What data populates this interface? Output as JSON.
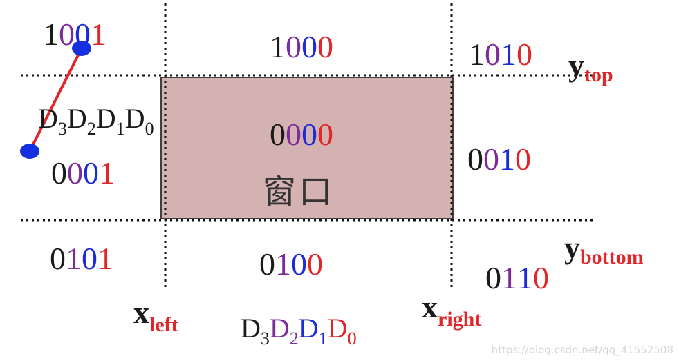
{
  "colors": {
    "d3": "#1a1a1a",
    "d2": "#7b2c99",
    "d1": "#1c2bd6",
    "d0": "#e1262a",
    "window_fill": "#d4b2b1",
    "line_segment": "#e1262a",
    "endpoint": "#1430e0"
  },
  "region_codes": {
    "top_left": [
      "1",
      "0",
      "0",
      "1"
    ],
    "top_middle": [
      "1",
      "0",
      "0",
      "0"
    ],
    "top_right": [
      "1",
      "0",
      "1",
      "0"
    ],
    "middle_left": [
      "0",
      "0",
      "0",
      "1"
    ],
    "center": [
      "0",
      "0",
      "0",
      "0"
    ],
    "middle_right": [
      "0",
      "0",
      "1",
      "0"
    ],
    "bottom_left": [
      "0",
      "1",
      "0",
      "1"
    ],
    "bottom_middle": [
      "0",
      "1",
      "0",
      "0"
    ],
    "bottom_right": [
      "0",
      "1",
      "1",
      "0"
    ]
  },
  "window_label": "窗口",
  "axis_labels": {
    "y_top": {
      "main": "y",
      "sub": "top"
    },
    "y_bottom": {
      "main": "y",
      "sub": "bottom"
    },
    "x_left": {
      "main": "x",
      "sub": "left"
    },
    "x_right": {
      "main": "x",
      "sub": "right"
    }
  },
  "bit_labels": {
    "upper": [
      {
        "d": "D",
        "s": "3"
      },
      {
        "d": "D",
        "s": "2"
      },
      {
        "d": "D",
        "s": "1"
      },
      {
        "d": "D",
        "s": "0"
      }
    ],
    "lower": [
      {
        "d": "D",
        "s": "3"
      },
      {
        "d": "D",
        "s": "2"
      },
      {
        "d": "D",
        "s": "1"
      },
      {
        "d": "D",
        "s": "0"
      }
    ]
  },
  "watermark": "https://blog.csdn.net/qq_41552508"
}
